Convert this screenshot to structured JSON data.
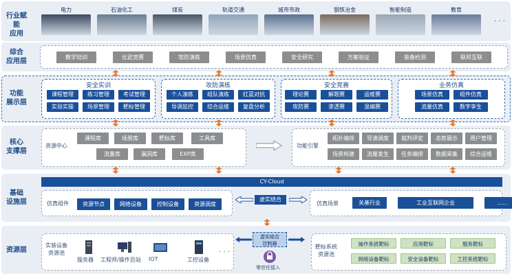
{
  "layers": {
    "industry": "行业赋能\n应用",
    "comprehensive": "综合\n应用层",
    "functional": "功能\n展示层",
    "core": "核心\n支撑层",
    "base": "基础\n设施层",
    "resource": "资源层"
  },
  "industries": [
    {
      "label": "电力",
      "color": "#3e4a63"
    },
    {
      "label": "石油化工",
      "color": "#6a7c8e"
    },
    {
      "label": "煤炭",
      "color": "#465566"
    },
    {
      "label": "轨道交通",
      "color": "#8fa5b8"
    },
    {
      "label": "城市市政",
      "color": "#5a7390"
    },
    {
      "label": "钢铁冶金",
      "color": "#7a6a60"
    },
    {
      "label": "智能制造",
      "color": "#9aa7b4"
    },
    {
      "label": "教育",
      "color": "#6b7c9a"
    }
  ],
  "industry_more": "· · ·",
  "comprehensive_items": [
    "教学培训",
    "比武竞赛",
    "攻防演练",
    "场景仿真",
    "安全研究",
    "方案验证",
    "装备检测",
    "联邦互联"
  ],
  "functional": {
    "groups": [
      {
        "title": "安全实训",
        "rows": [
          [
            "课程管理",
            "练习管理",
            "考试管理"
          ],
          [
            "实验实操",
            "场景管理",
            "靶标管理"
          ]
        ]
      },
      {
        "title": "攻防演练",
        "rows": [
          [
            "个人演练",
            "组队演练",
            "红蓝对抗"
          ],
          [
            "导调监控",
            "综合运维",
            "复盘分析"
          ]
        ]
      },
      {
        "title": "安全竞赛",
        "rows": [
          [
            "理论赛",
            "解题赛",
            "运维赛"
          ],
          [
            "攻防赛",
            "渗透赛",
            "混编赛"
          ]
        ]
      },
      {
        "title": "业务仿真",
        "rows": [
          [
            "场景仿真",
            "组件仿真"
          ],
          [
            "流量仿真",
            "数字孪生"
          ]
        ]
      }
    ]
  },
  "core": {
    "resource_center": "资源中心",
    "resource_items": [
      "课程库",
      "场景库",
      "靶标库",
      "工具库",
      "流量库",
      "漏洞库",
      "EXP库"
    ],
    "engine_label": "功能引擎",
    "engine_items": [
      "拓扑编排",
      "导演调度",
      "裁判评定",
      "态势展示",
      "用户管理",
      "场景构建",
      "流量发生",
      "任务编排",
      "数据采集",
      "综合运维"
    ]
  },
  "base": {
    "bar": "CY-Cloud",
    "sim_components": "仿真组件",
    "components": [
      "资源节点",
      "网络设备",
      "控制设备",
      "资源调度"
    ],
    "center": "虚实结合",
    "sim_scenes": "仿真场景",
    "scenes": [
      "关基行业",
      "工业互联网企业",
      "......"
    ]
  },
  "resource": {
    "pool_label": "实装设备\n资源池",
    "devices": [
      "服务器",
      "工程师/操作员站",
      "IOT",
      "工控设备"
    ],
    "devices_more": "· · ·",
    "center": "虚实结合\n控制器",
    "zero_trust": "零信任接入",
    "target_pool_label": "靶标系统\n资源池",
    "targets": [
      "操作系统靶标",
      "应用靶标",
      "服务靶标",
      "网络设备靶标",
      "安全设备靶标",
      "工控系统靶标"
    ]
  },
  "colors": {
    "blue": "#1a4f99",
    "grey": "#8b8d8f",
    "orange": "#e8762b",
    "green": "#cfe3c2"
  }
}
